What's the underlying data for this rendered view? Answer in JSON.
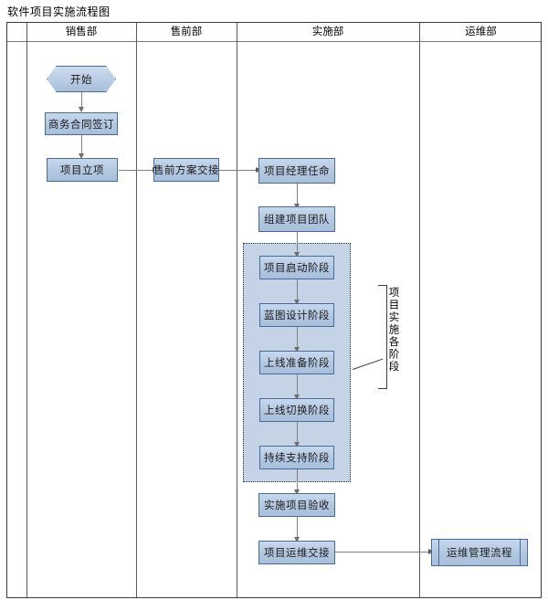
{
  "title": "软件项目实施流程图",
  "lanes": [
    {
      "label": "",
      "name": "lane-spacer"
    },
    {
      "label": "销售部",
      "name": "lane-sales"
    },
    {
      "label": "售前部",
      "name": "lane-presales"
    },
    {
      "label": "实施部",
      "name": "lane-implementation"
    },
    {
      "label": "运维部",
      "name": "lane-operations"
    }
  ],
  "nodes": {
    "start": "开始",
    "contract": "商务合同签订",
    "project_setup": "项目立项",
    "presales_handover": "售前方案交接",
    "pm_appointment": "项目经理任命",
    "build_team": "组建项目团队",
    "phase_kickoff": "项目启动阶段",
    "phase_blueprint": "蓝图设计阶段",
    "phase_golive_prep": "上线准备阶段",
    "phase_golive_switch": "上线切换阶段",
    "phase_support": "持续支持阶段",
    "acceptance": "实施项目验收",
    "ops_handover": "项目运维交接",
    "ops_process": "运维管理流程"
  },
  "annotation": {
    "label": "项目实施各阶段"
  },
  "colors": {
    "node_fill": "#b2c7e0",
    "node_border": "#4a6b96",
    "phase_container_fill": "#c5d3e6",
    "connector": "#808080",
    "lane_border": "#3a3a3a"
  }
}
